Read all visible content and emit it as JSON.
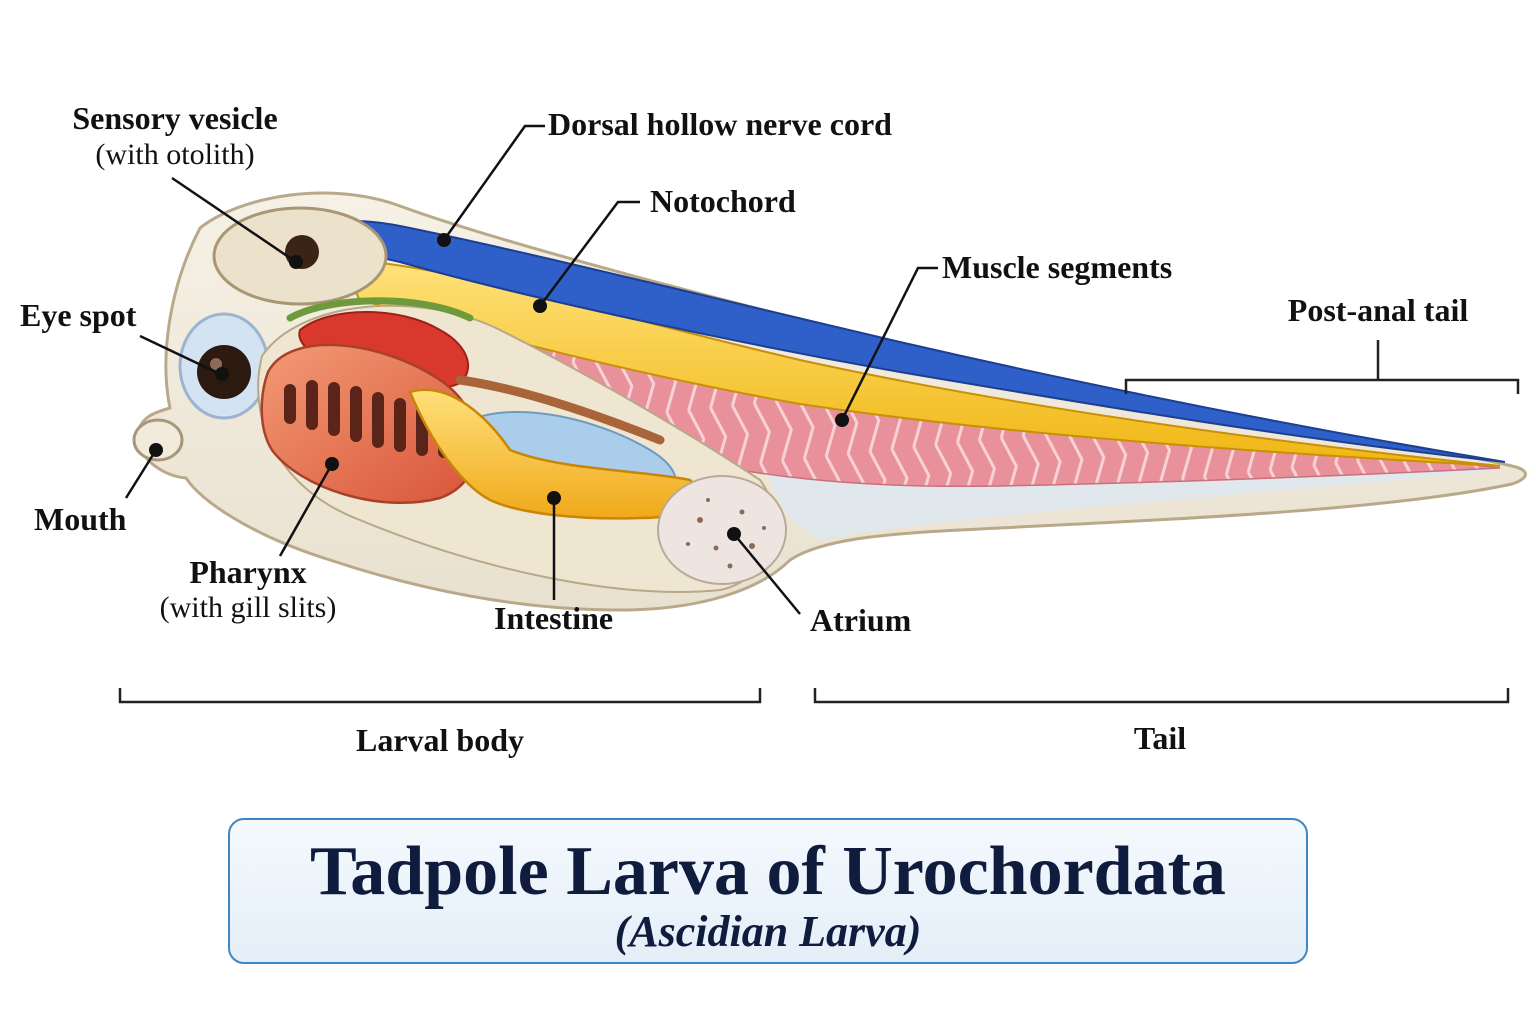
{
  "labels": {
    "sensory_vesicle": "Sensory vesicle",
    "sensory_vesicle_note": "(with otolith)",
    "dorsal_nerve_cord": "Dorsal hollow nerve cord",
    "notochord": "Notochord",
    "muscle_segments": "Muscle segments",
    "post_anal_tail": "Post-anal tail",
    "eye_spot": "Eye spot",
    "mouth": "Mouth",
    "pharynx": "Pharynx",
    "pharynx_note": "(with gill slits)",
    "intestine": "Intestine",
    "atrium": "Atrium",
    "larval_body": "Larval body",
    "tail": "Tail"
  },
  "title": {
    "main": "Tadpole Larva of Urochordata",
    "sub": "(Ascidian Larva)"
  },
  "colors": {
    "nerve_cord": "#2f5fc8",
    "notochord": "#f3c21d",
    "muscle": "#e2858f",
    "pharynx": "#e76a4a",
    "intestine": "#f6c23a",
    "stomach_blue": "#a9cdea",
    "heart_red": "#d9382c",
    "gut_green": "#6e9a3c",
    "body_wall": "#efe7d6",
    "title_border": "#3f87c2",
    "title_text": "#0f1c3d"
  }
}
